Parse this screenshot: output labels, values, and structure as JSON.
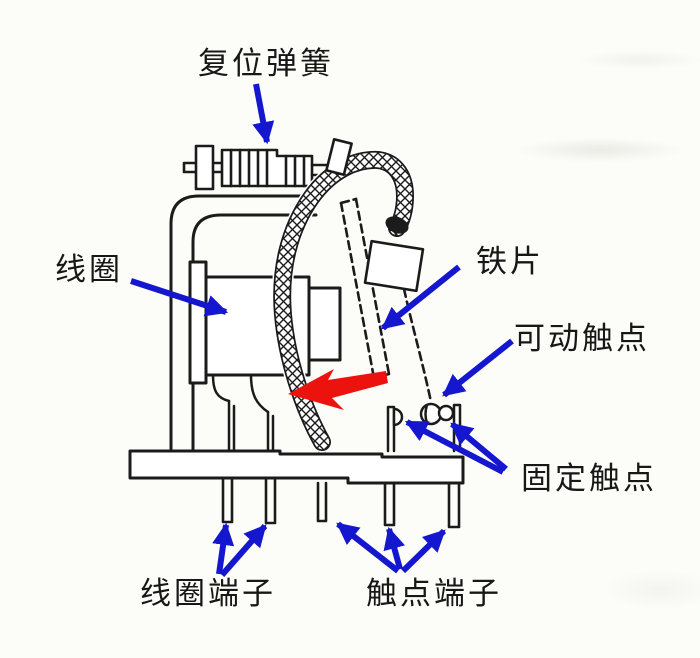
{
  "figure": {
    "background_color": "#fcfcf8",
    "ink_color": "#1b1b1b",
    "label_arrow_color": "#1517cf",
    "action_arrow_color": "#ec130f"
  },
  "labels": {
    "reset_spring": "复位弹簧",
    "coil": "线圈",
    "iron_piece": "铁片",
    "movable_contact": "可动触点",
    "fixed_contact": "固定触点",
    "coil_terminals": "线圈端子",
    "contact_terminals": "触点端子"
  }
}
